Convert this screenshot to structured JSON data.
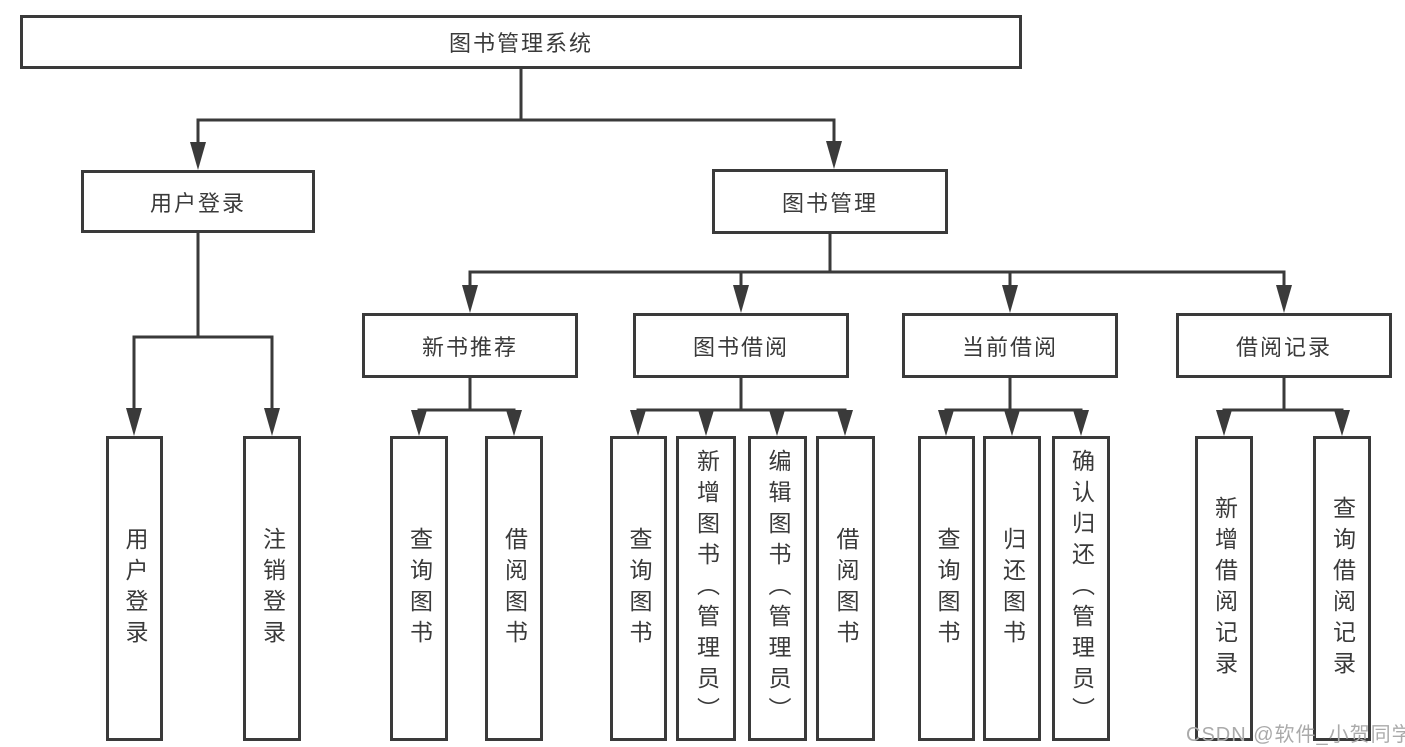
{
  "diagram": {
    "title_node": "图书管理系统",
    "root": {
      "label": "图书管理系统"
    },
    "branches": [
      {
        "label": "用户登录",
        "children": [
          {
            "label": "用户登录"
          },
          {
            "label": "注销登录"
          }
        ]
      },
      {
        "label": "图书管理",
        "children": [
          {
            "label": "新书推荐",
            "children": [
              {
                "label": "查询图书"
              },
              {
                "label": "借阅图书"
              }
            ]
          },
          {
            "label": "图书借阅",
            "children": [
              {
                "label": "查询图书"
              },
              {
                "label": "新增图书（管理员）"
              },
              {
                "label": "编辑图书（管理员）"
              },
              {
                "label": "借阅图书"
              }
            ]
          },
          {
            "label": "当前借阅",
            "children": [
              {
                "label": "查询图书"
              },
              {
                "label": "归还图书"
              },
              {
                "label": "确认归还（管理员）"
              }
            ]
          },
          {
            "label": "借阅记录",
            "children": [
              {
                "label": "新增借阅记录"
              },
              {
                "label": "查询借阅记录"
              }
            ]
          }
        ]
      }
    ]
  },
  "watermark": {
    "text": "CSDN @软件_小贺同学"
  },
  "colors": {
    "line": "#3a3a3a",
    "text": "#3a3a3a",
    "box_fill": "#ffffff",
    "watermark": "#aaaaaa",
    "background": "#ffffff"
  }
}
